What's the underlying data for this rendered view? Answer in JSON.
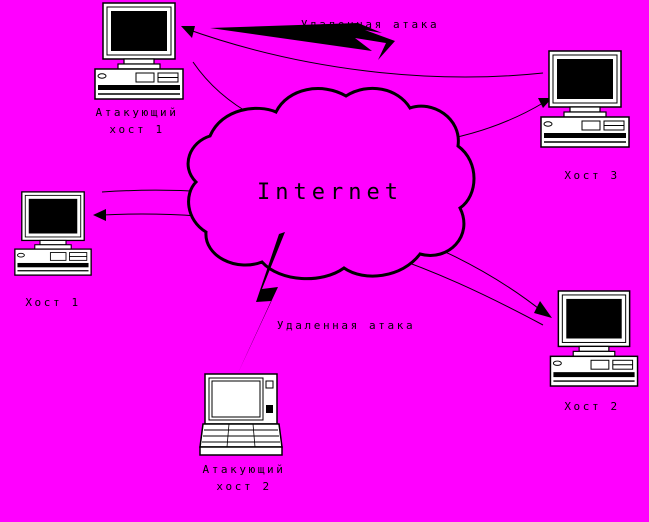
{
  "colors": {
    "background": "#ff00ff",
    "line": "#000000",
    "device_body": "#ffffff",
    "screen": "#000000"
  },
  "cloud": {
    "label": "Internet"
  },
  "attacks": {
    "top": {
      "label": "Удаленная атака"
    },
    "bottom": {
      "label": "Удаленная атака"
    }
  },
  "nodes": {
    "attacker1": {
      "label_line1": "Атакующий",
      "label_line2": "хост 1",
      "icon": "desktop-computer-icon"
    },
    "host3": {
      "label_line1": "Хост 3",
      "icon": "desktop-computer-icon"
    },
    "host1": {
      "label_line1": "Хост 1",
      "icon": "desktop-computer-icon"
    },
    "host2": {
      "label_line1": "Хост 2",
      "icon": "desktop-computer-icon"
    },
    "attacker2": {
      "label_line1": "Атакующий",
      "label_line2": "хост 2",
      "icon": "laptop-icon"
    }
  }
}
